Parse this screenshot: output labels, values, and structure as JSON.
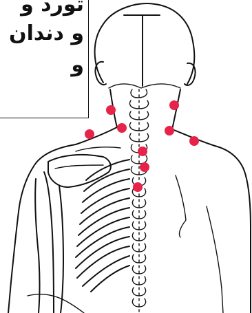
{
  "caption": {
    "lines": [
      "تورد و",
      "و دندان",
      "و"
    ]
  },
  "colors": {
    "ink": "#111111",
    "point": "#e8234a",
    "background": "#ffffff"
  },
  "points": {
    "count": 9
  }
}
